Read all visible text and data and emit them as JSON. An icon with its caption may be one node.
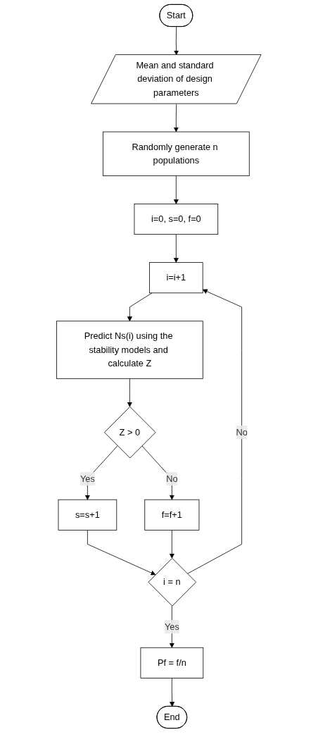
{
  "diagram": {
    "nodes": [
      {
        "text": [
          "Start"
        ]
      },
      {
        "text": [
          "Mean and standard deviation of design parameters"
        ]
      },
      {
        "text": [
          "Randomly generate n populations"
        ]
      },
      {
        "text": [
          "i=0, s=0, f=0"
        ]
      },
      {
        "text": [
          "i=i+1"
        ]
      },
      {
        "text": [
          "Predict Ns(i) using the stability models and calculate Z"
        ]
      },
      {
        "text": [
          "Z > 0"
        ]
      },
      {
        "text": [
          "s=s+1"
        ]
      },
      {
        "text": [
          "f=f+1"
        ]
      },
      {
        "text": [
          "i = n"
        ]
      },
      {
        "text": [
          "Pf = f/n"
        ]
      },
      {
        "text": [
          "End"
        ]
      }
    ],
    "edges": [
      {
        "from": 0,
        "to": 1,
        "arrow": "to"
      },
      {
        "from": 1,
        "to": 2,
        "arrow": "to"
      },
      {
        "from": 2,
        "to": 3,
        "arrow": "to"
      },
      {
        "from": 3,
        "to": 4,
        "arrow": "to"
      },
      {
        "from": 4,
        "to": 5,
        "arrow": "to"
      },
      {
        "from": 5,
        "to": 6,
        "arrow": "to"
      },
      {
        "from": 6,
        "to": 7,
        "arrow": "to",
        "label": "Yes"
      },
      {
        "from": 6,
        "to": 8,
        "arrow": "to",
        "label": "No"
      },
      {
        "from": 7,
        "to": 9,
        "arrow": "to"
      },
      {
        "from": 8,
        "to": 9,
        "arrow": "to"
      },
      {
        "from": 9,
        "to": 4,
        "arrow": "to",
        "label": "No"
      },
      {
        "from": 9,
        "to": 10,
        "arrow": "to",
        "label": "Yes"
      },
      {
        "from": 10,
        "to": 11,
        "arrow": "to"
      }
    ]
  }
}
